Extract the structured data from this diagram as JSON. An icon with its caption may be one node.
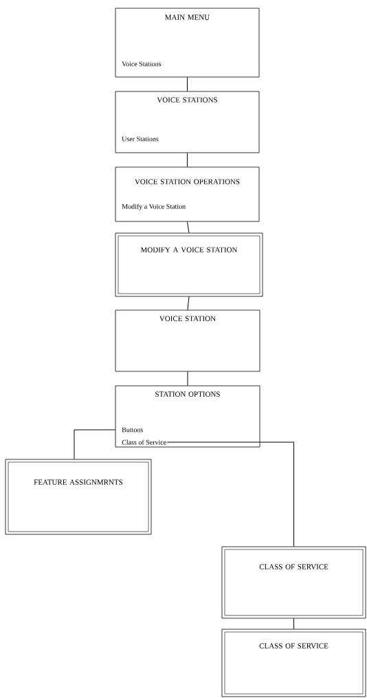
{
  "diagram": {
    "nodes": [
      {
        "text": [
          "MAIN MENU",
          "Voice Stations"
        ]
      },
      {
        "text": [
          "VOICE STATIONS",
          "User Stations"
        ]
      },
      {
        "text": [
          "VOICE STATION OPERATIONS",
          "Modify a Voice Station"
        ]
      },
      {
        "text": [
          "MODIFY A VOICE STATION"
        ]
      },
      {
        "text": [
          "VOICE STATION"
        ]
      },
      {
        "text": [
          "STATION OPTIONS",
          "Buttons",
          "Class of Service"
        ]
      },
      {
        "text": [
          "FEATURE ASSIGNMRNTS"
        ]
      },
      {
        "text": [
          "CLASS OF SERVICE"
        ]
      },
      {
        "text": [
          "CLASS OF SERVICE"
        ]
      }
    ],
    "edges": [
      {
        "from": 0,
        "to": 1,
        "arrow": "none"
      },
      {
        "from": 1,
        "to": 2,
        "arrow": "none"
      },
      {
        "from": 2,
        "to": 3,
        "arrow": "none"
      },
      {
        "from": 3,
        "to": 4,
        "arrow": "none"
      },
      {
        "from": 4,
        "to": 5,
        "arrow": "none"
      },
      {
        "from": 5,
        "to": 6,
        "arrow": "none"
      },
      {
        "from": 5,
        "to": 7,
        "arrow": "none"
      },
      {
        "from": 7,
        "to": 8,
        "arrow": "none"
      }
    ]
  }
}
